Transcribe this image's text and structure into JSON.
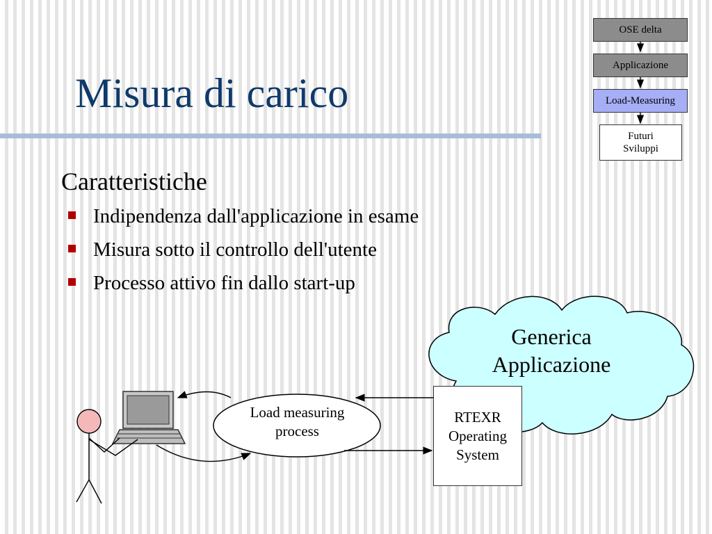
{
  "title": "Misura di carico",
  "subtitle": "Caratteristiche",
  "bullets": [
    "Indipendenza dall'applicazione in esame",
    "Misura sotto il controllo dell'utente",
    "Processo attivo fin dallo start-up"
  ],
  "flow": {
    "step1": "OSE delta",
    "step2": "Applicazione",
    "step3": "Load-Measuring",
    "step4_line1": "Futuri",
    "step4_line2": "Sviluppi"
  },
  "cloud": {
    "line1": "Generica",
    "line2": "Applicazione"
  },
  "load_process": {
    "line1": "Load measuring",
    "line2": "process"
  },
  "os_box": {
    "line1": "RTEXR",
    "line2": "Operating",
    "line3": "System"
  },
  "colors": {
    "title": "#0f3a6a",
    "title_rule": "#a8bcd8",
    "bullet": "#b00000",
    "flow_grey": "#8c8c8c",
    "flow_active": "#a6aef6",
    "cloud_fill": "#ccffff",
    "head_fill": "#f4b8b8"
  }
}
